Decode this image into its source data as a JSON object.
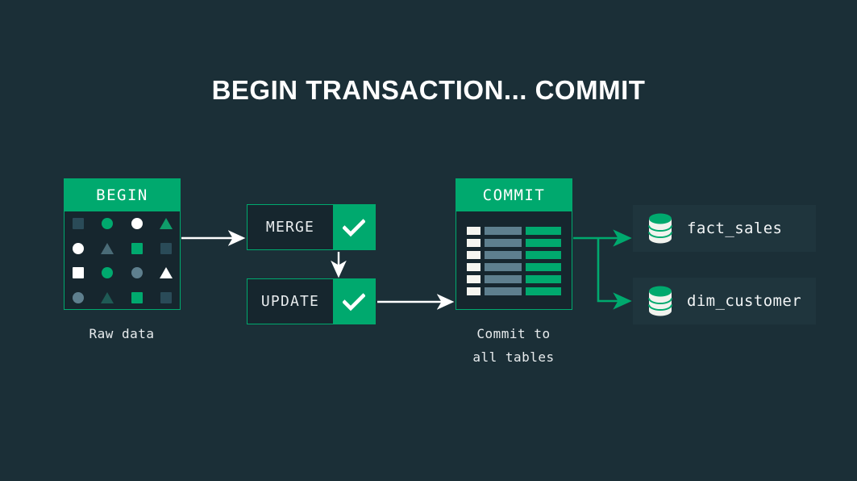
{
  "title": "BEGIN TRANSACTION... COMMIT",
  "colors": {
    "background": "#1b2f37",
    "panel_fill": "#16262e",
    "accent_green": "#00a96e",
    "slate_blue": "#5e7f8e",
    "off_white": "#f5f5f0",
    "chip_fill": "#1f353d",
    "text": "#e8ecee"
  },
  "source": {
    "header_label": "BEGIN",
    "caption": "Raw data",
    "grid": [
      [
        {
          "shape": "square",
          "color": "#2a4b58"
        },
        {
          "shape": "circle",
          "color": "#00a96e"
        },
        {
          "shape": "circle",
          "color": "#ffffff"
        },
        {
          "shape": "triangle",
          "color": "#0f9d6a"
        }
      ],
      [
        {
          "shape": "circle",
          "color": "#ffffff"
        },
        {
          "shape": "triangle",
          "color": "#4a6b77"
        },
        {
          "shape": "square",
          "color": "#00a96e"
        },
        {
          "shape": "square",
          "color": "#2a4b58"
        }
      ],
      [
        {
          "shape": "square",
          "color": "#ffffff"
        },
        {
          "shape": "circle",
          "color": "#00a96e"
        },
        {
          "shape": "circle",
          "color": "#5e7f8e"
        },
        {
          "shape": "triangle",
          "color": "#ffffff"
        }
      ],
      [
        {
          "shape": "circle",
          "color": "#5e7f8e"
        },
        {
          "shape": "triangle",
          "color": "#1f5a55"
        },
        {
          "shape": "square",
          "color": "#00a96e"
        },
        {
          "shape": "square",
          "color": "#2a4b58"
        }
      ]
    ]
  },
  "steps": [
    {
      "label": "MERGE",
      "status_icon": "checkmark-icon"
    },
    {
      "label": "UPDATE",
      "status_icon": "checkmark-icon"
    }
  ],
  "commit": {
    "header_label": "COMMIT",
    "caption_line1": "Commit to",
    "caption_line2": "all tables",
    "row_count": 6
  },
  "targets": [
    {
      "name": "fact_sales",
      "icon": "database-icon"
    },
    {
      "name": "dim_customer",
      "icon": "database-icon"
    }
  ],
  "connectors": [
    {
      "from": "raw-data",
      "to": "merge",
      "color": "#ffffff"
    },
    {
      "from": "merge",
      "to": "update",
      "color": "#ffffff"
    },
    {
      "from": "update",
      "to": "commit",
      "color": "#ffffff"
    },
    {
      "from": "commit",
      "to": "fact_sales",
      "color": "#00a96e"
    },
    {
      "from": "commit",
      "to": "dim_customer",
      "color": "#00a96e"
    }
  ]
}
